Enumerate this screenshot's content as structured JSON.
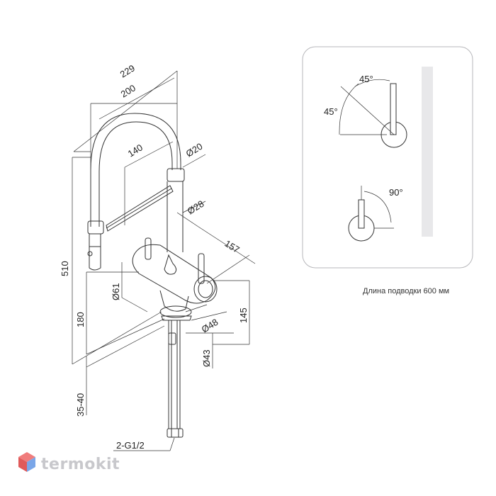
{
  "dimensions": {
    "d229": "229",
    "d200": "200",
    "d140": "140",
    "d20": "Ø20",
    "d28": "Ø28",
    "d157": "157",
    "d510": "510",
    "d61": "Ø61",
    "d180": "180",
    "d48": "Ø48",
    "d145": "145",
    "d43": "Ø43",
    "d3540": "35-40",
    "thread": "2-G1/2"
  },
  "angles": {
    "a1": "45°",
    "a2": "45°",
    "a3": "90°"
  },
  "note": "Длина подводки 600 мм",
  "brand": {
    "name": "termokit",
    "colors": [
      "#f07c7c",
      "#7aa6e8",
      "#c8c8cc"
    ]
  }
}
